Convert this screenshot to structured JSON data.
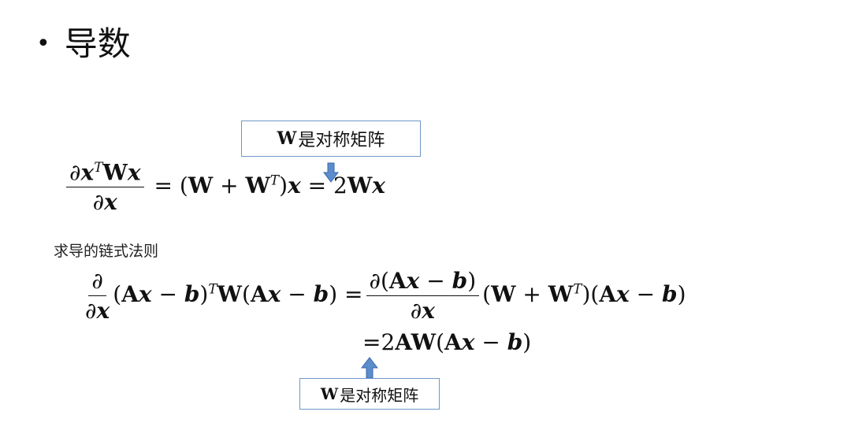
{
  "heading": {
    "bullet": "•",
    "text": "导数"
  },
  "note_top": {
    "bold": "W",
    "text": "是对称矩阵"
  },
  "note_bottom": {
    "bold": "W",
    "text": "是对称矩阵"
  },
  "chain_rule_label": "求导的链式法则",
  "colors": {
    "arrow": "#5b8ccc",
    "arrow_border": "#3e6aa8",
    "note_border": "#6f97c7"
  },
  "icons": [
    "arrow-down-icon",
    "arrow-up-icon"
  ]
}
